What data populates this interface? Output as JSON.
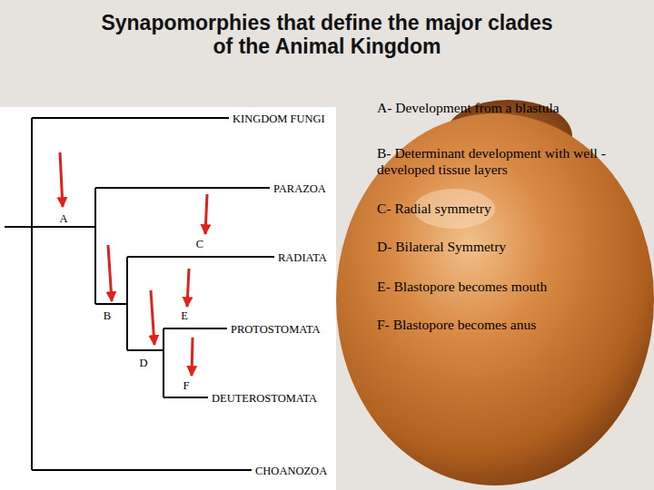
{
  "diagram": {
    "title": "Synapomorphies that define the major clades of the Animal Kingdom",
    "labels": [
      "KINGDOM FUNGI",
      "PARAZOA",
      "A",
      "C",
      "RADIATA",
      "B",
      "E",
      "PROTOSTOMATA",
      "D",
      "F",
      "DEUTEROSTOMATA",
      "CHOANOZOA",
      "A- Development from a blastula",
      "B- Determinant development with well -developed tissue layers",
      "C- Radial symmetry",
      "D- Bilateral Symmetry",
      "E- Blastopore becomes mouth",
      "F- Blastopore becomes anus"
    ]
  }
}
